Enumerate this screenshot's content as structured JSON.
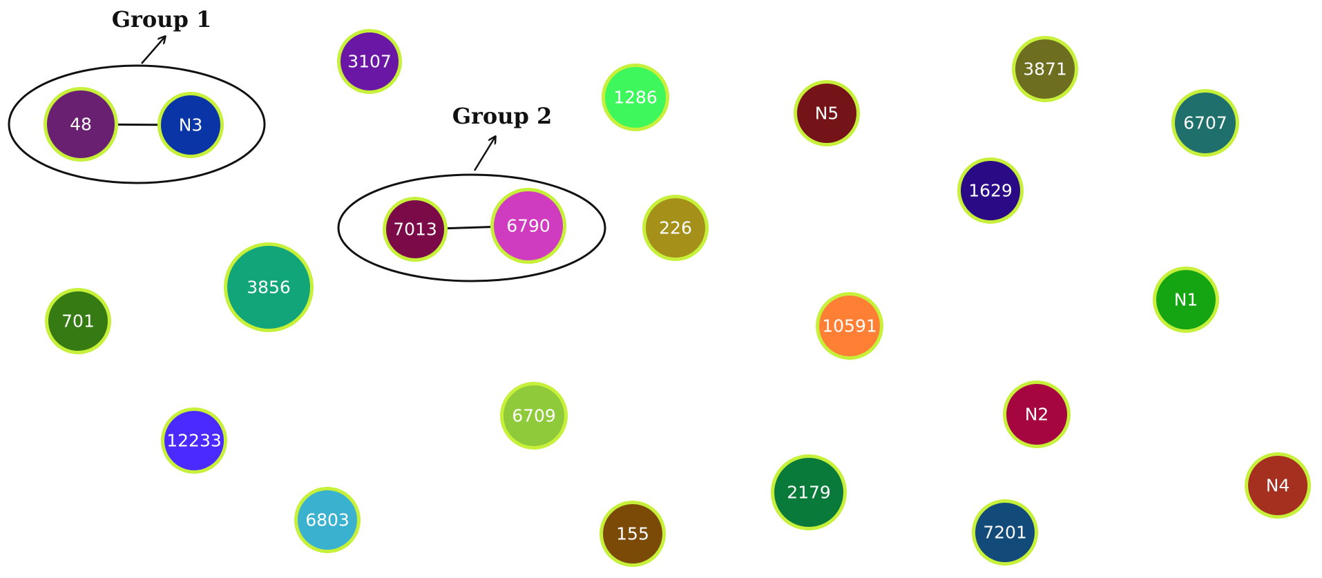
{
  "groups": [
    {
      "label": "Group 1",
      "members": [
        "48",
        "N3"
      ]
    },
    {
      "label": "Group 2",
      "members": [
        "7013",
        "6790"
      ]
    }
  ],
  "node_border_color": "#c6f03a",
  "nodes": [
    {
      "id": "48",
      "color": "#6a2070"
    },
    {
      "id": "N3",
      "color": "#0a35a6"
    },
    {
      "id": "3107",
      "color": "#6a17a5"
    },
    {
      "id": "7013",
      "color": "#7a0a48"
    },
    {
      "id": "6790",
      "color": "#cf3cbf"
    },
    {
      "id": "1286",
      "color": "#3ef75c"
    },
    {
      "id": "226",
      "color": "#a5901a"
    },
    {
      "id": "N5",
      "color": "#751418"
    },
    {
      "id": "3871",
      "color": "#6e6e20"
    },
    {
      "id": "6707",
      "color": "#1f706c"
    },
    {
      "id": "1629",
      "color": "#2a0a85"
    },
    {
      "id": "3856",
      "color": "#12a57a"
    },
    {
      "id": "701",
      "color": "#357a12"
    },
    {
      "id": "10591",
      "color": "#ff7f35"
    },
    {
      "id": "N1",
      "color": "#16a512"
    },
    {
      "id": "6709",
      "color": "#8fca3a"
    },
    {
      "id": "12233",
      "color": "#4a2aff"
    },
    {
      "id": "N2",
      "color": "#a5063f"
    },
    {
      "id": "2179",
      "color": "#0a7a3a"
    },
    {
      "id": "6803",
      "color": "#3ab1cf"
    },
    {
      "id": "155",
      "color": "#7a4a06"
    },
    {
      "id": "7201",
      "color": "#124a7a"
    },
    {
      "id": "N4",
      "color": "#a5301f"
    }
  ]
}
